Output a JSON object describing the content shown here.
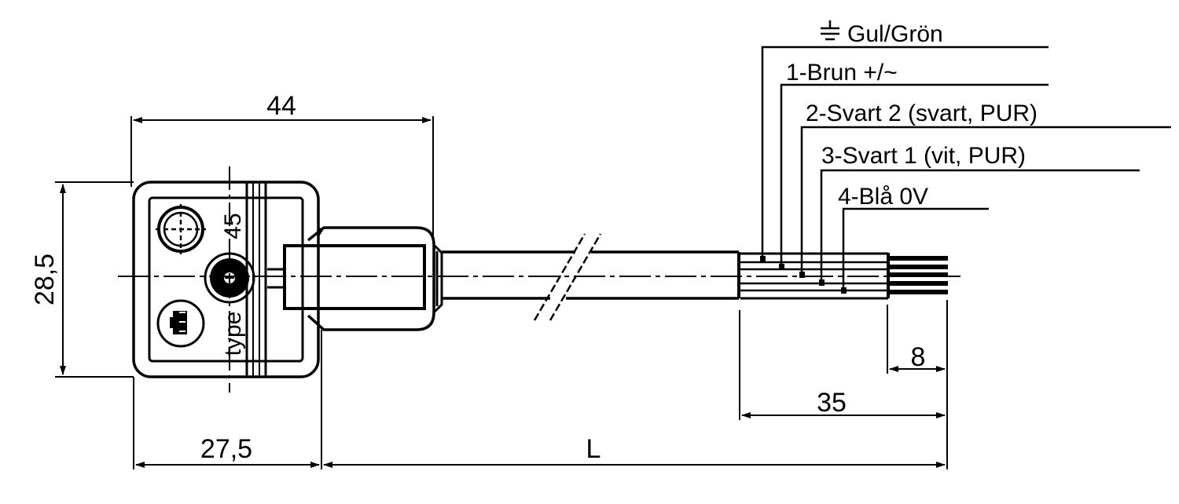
{
  "diagram": {
    "type": "technical-drawing",
    "subject": "Valve connector with cable and stripped wire ends",
    "colors": {
      "line": "#000000",
      "background": "#ffffff"
    },
    "dimensions": {
      "connector_width": "44",
      "connector_height": "28,5",
      "connector_depth": "27,5",
      "cable_length": "L",
      "strip_length": "35",
      "wire_end_length": "8"
    },
    "connector_markings": {
      "angle": "45",
      "type": "type"
    },
    "wire_labels": [
      {
        "symbol": "⏚",
        "text": "Gul/Grön"
      },
      {
        "text": "1-Brun +/~"
      },
      {
        "text": "2-Svart 2 (svart, PUR)"
      },
      {
        "text": "3-Svart 1 (vit, PUR)"
      },
      {
        "text": "4-Blå 0V"
      }
    ]
  }
}
